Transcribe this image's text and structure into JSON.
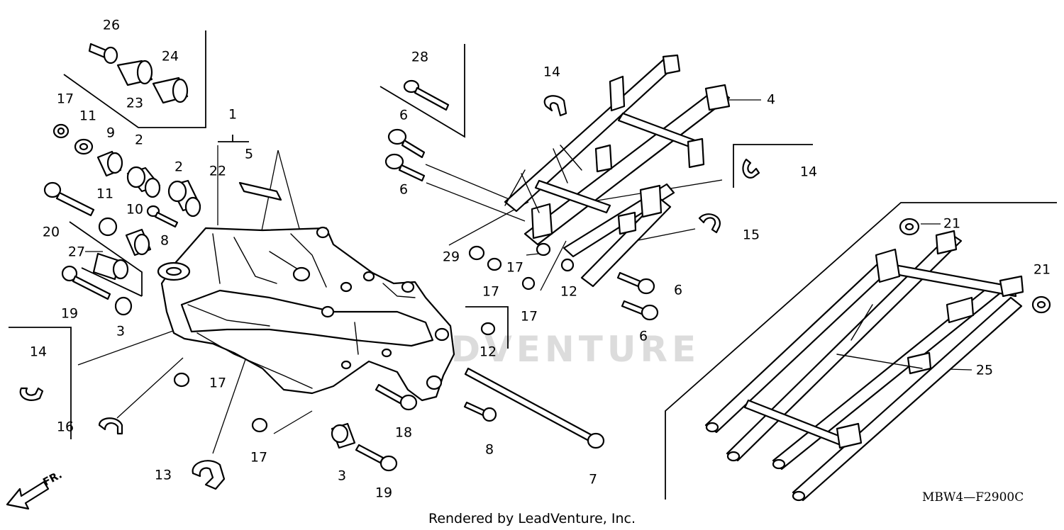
{
  "watermark": "LEADVENTURE",
  "diagram_code": "MBW4—F2900C",
  "credit": "Rendered by LeadVenture, Inc.",
  "direction_label": "FR.",
  "callouts": {
    "c1": "1",
    "c2a": "2",
    "c2b": "2",
    "c3a": "3",
    "c3b": "3",
    "c4": "4",
    "c5": "5",
    "c6a": "6",
    "c6b": "6",
    "c6c": "6",
    "c6d": "6",
    "c7": "7",
    "c8a": "8",
    "c8b": "8",
    "c9": "9",
    "c10": "10",
    "c11a": "11",
    "c11b": "11",
    "c12a": "12",
    "c12b": "12",
    "c13": "13",
    "c14a": "14",
    "c14b": "14",
    "c14c": "14",
    "c15": "15",
    "c16": "16",
    "c17a": "17",
    "c17b": "17",
    "c17c": "17",
    "c17d": "17",
    "c17e": "17",
    "c17f": "17",
    "c18": "18",
    "c19a": "19",
    "c19b": "19",
    "c20": "20",
    "c21a": "21",
    "c21b": "21",
    "c22": "22",
    "c23": "23",
    "c24": "24",
    "c25": "25",
    "c26": "26",
    "c27": "27",
    "c28": "28",
    "c29": "29"
  },
  "colors": {
    "ink": "#000000",
    "paper": "#ffffff",
    "watermark": "#dcdcdc"
  }
}
